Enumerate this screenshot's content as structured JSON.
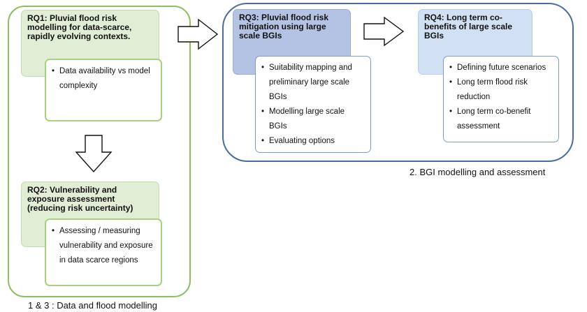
{
  "panel_data_modelling": {
    "caption": "1 & 3 : Data and flood modelling",
    "rq1": {
      "title": "RQ1: Pluvial flood risk modelling for data-scarce, rapidly evolving contexts.",
      "items": [
        "Data availability vs model complexity"
      ]
    },
    "rq2": {
      "title": "RQ2: Vulnerability and exposure assessment (reducing risk uncertainty)",
      "items": [
        "Assessing / measuring vulnerability and exposure in data scarce regions"
      ]
    }
  },
  "panel_bgi": {
    "caption": "2. BGI modelling and assessment",
    "rq3": {
      "title": "RQ3: Pluvial flood risk mitigation using large scale BGIs",
      "items": [
        "Suitability mapping and preliminary large scale BGIs",
        "Modelling large scale BGIs",
        "Evaluating options"
      ]
    },
    "rq4": {
      "title": "RQ4: Long term co-benefits of large scale BGIs",
      "items": [
        "Defining future scenarios",
        "Long term flood risk reduction",
        "Long term co-benefit assessment"
      ]
    }
  },
  "colors": {
    "green_border": "#8cc063",
    "blue_border": "#4a6d99",
    "green_fill": "#e2edd6",
    "blue_dark_fill": "#b4c3e4",
    "blue_light_fill": "#d1e1f3"
  }
}
